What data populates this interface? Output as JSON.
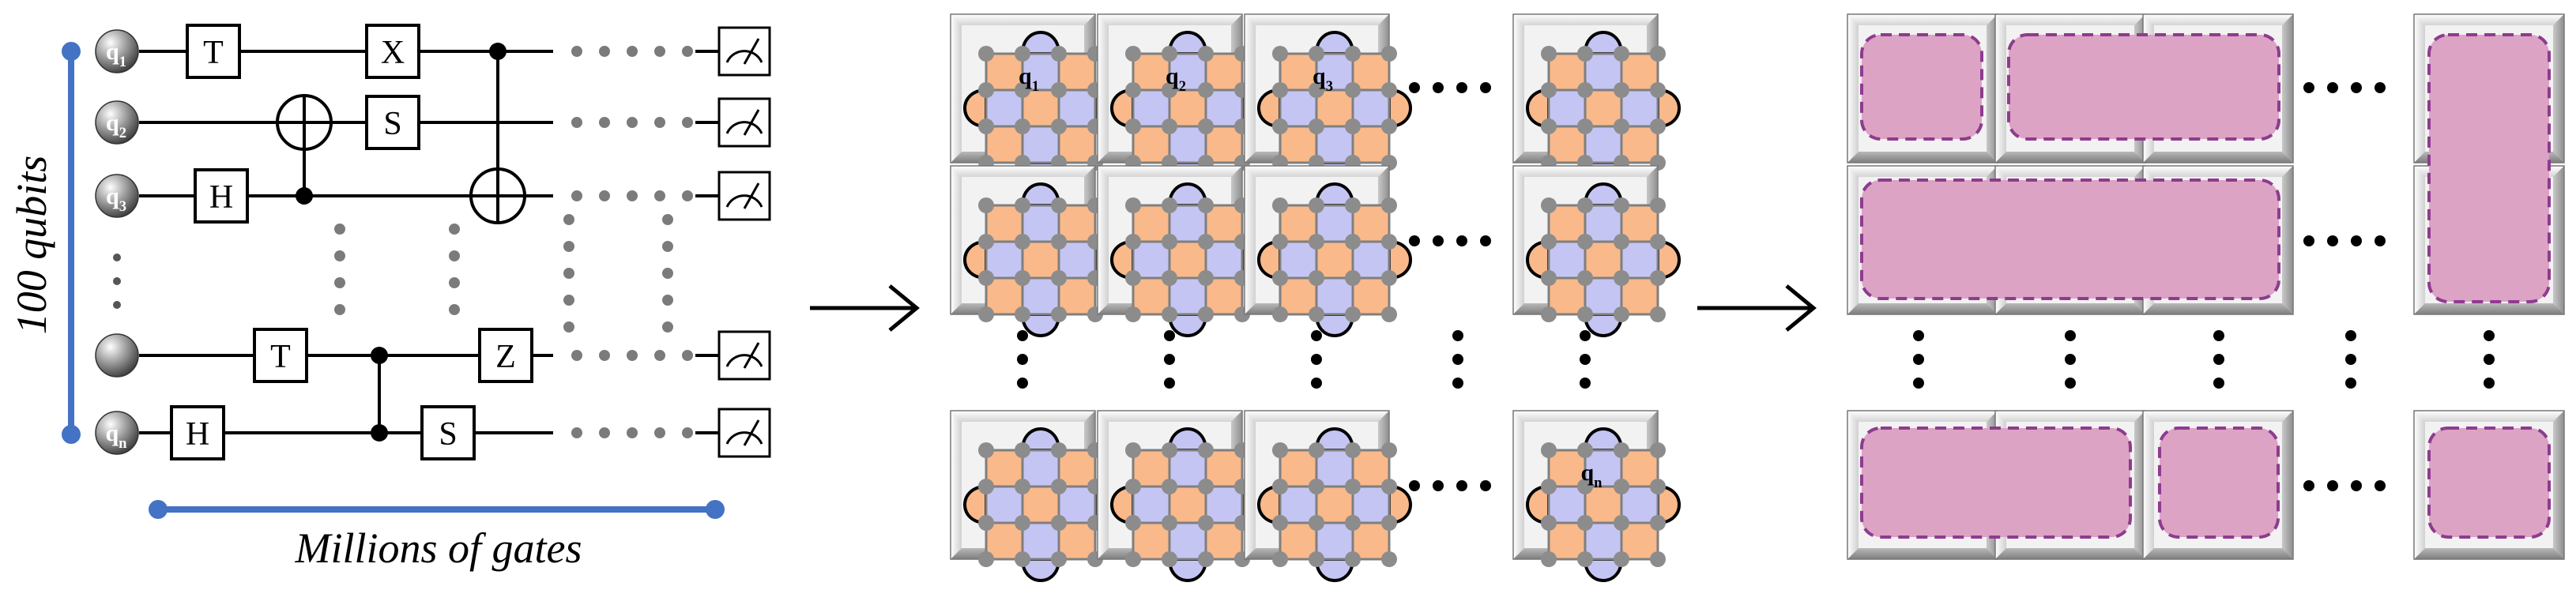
{
  "circuit": {
    "qubit_labels": [
      {
        "base": "q",
        "sub": "1"
      },
      {
        "base": "q",
        "sub": "2"
      },
      {
        "base": "q",
        "sub": "3"
      },
      {
        "base": "",
        "sub": ""
      },
      {
        "base": "q",
        "sub": "n"
      }
    ],
    "gates": [
      {
        "label": "T",
        "wire": 0
      },
      {
        "label": "X",
        "wire": 0
      },
      {
        "label": "S",
        "wire": 1
      },
      {
        "label": "H",
        "wire": 2
      },
      {
        "label": "T",
        "wire": 3
      },
      {
        "label": "Z",
        "wire": 3
      },
      {
        "label": "H",
        "wire": 4
      },
      {
        "label": "S",
        "wire": 4
      }
    ],
    "qubits_label": "100 qubits",
    "gates_label": "Millions of gates"
  },
  "grid": {
    "labels": [
      {
        "base": "q",
        "sub": "1"
      },
      {
        "base": "q",
        "sub": "2"
      },
      {
        "base": "q",
        "sub": "3"
      },
      {
        "base": "q",
        "sub": "n"
      }
    ]
  },
  "colors": {
    "accent_blue": "#4472c4",
    "face_orange": "#f9b98a",
    "face_lavender": "#c5c5f4",
    "region_pink": "#dca3c5",
    "region_border": "#8e3b8e",
    "node_gray": "#8c8c8c"
  }
}
